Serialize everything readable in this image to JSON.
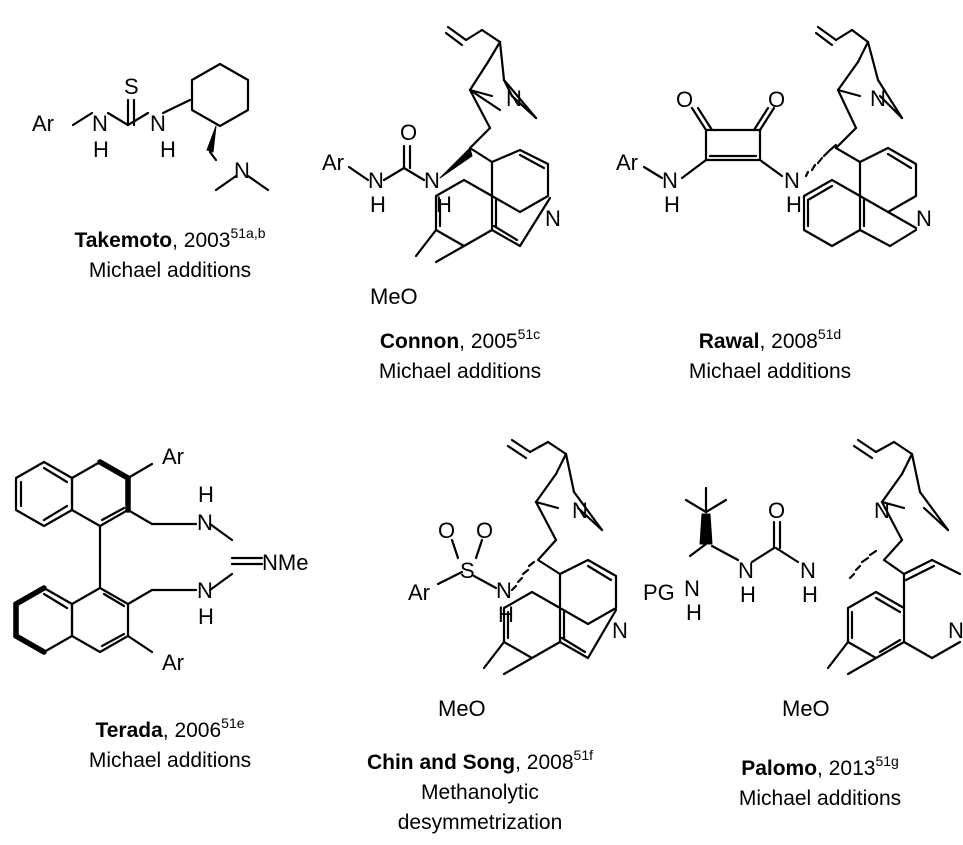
{
  "catalysts": [
    {
      "name": "Takemoto",
      "year": ", 2003",
      "ref": "51a,b",
      "application": "Michael additions"
    },
    {
      "name": "Connon",
      "year": ", 2005",
      "ref": "51c",
      "application": "Michael additions"
    },
    {
      "name": "Rawal",
      "year": ", 2008",
      "ref": "51d",
      "application": "Michael additions"
    },
    {
      "name": "Terada",
      "year": ", 2006",
      "ref": "51e",
      "application": "Michael additions"
    },
    {
      "name": "Chin and Song",
      "year": ", 2008",
      "ref": "51f",
      "application": "Methanolytic",
      "application_2": "desymmetrization"
    },
    {
      "name": "Palomo",
      "year": ", 2013",
      "ref": "51g",
      "application": "Michael additions"
    }
  ],
  "atoms": {
    "ar": "Ar",
    "h": "H",
    "n": "N",
    "s": "S",
    "o": "O",
    "meo": "MeO",
    "nme": "NMe",
    "pg": "PG"
  }
}
